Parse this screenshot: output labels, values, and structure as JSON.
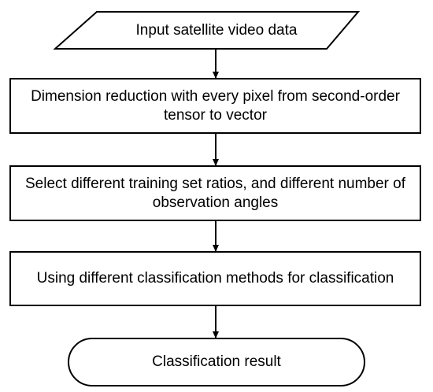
{
  "flowchart": {
    "nodes": [
      {
        "id": "input",
        "shape": "parallelogram",
        "label": "Input satellite video data"
      },
      {
        "id": "reduce",
        "shape": "rectangle",
        "label": "Dimension reduction with every pixel from second-order tensor to vector"
      },
      {
        "id": "select",
        "shape": "rectangle",
        "label": "Select different training set ratios, and different number of observation angles"
      },
      {
        "id": "classify",
        "shape": "rectangle",
        "label": "Using different classification methods for classification"
      },
      {
        "id": "result",
        "shape": "terminal",
        "label": "Classification result"
      }
    ],
    "edges": [
      {
        "from": "input",
        "to": "reduce"
      },
      {
        "from": "reduce",
        "to": "select"
      },
      {
        "from": "select",
        "to": "classify"
      },
      {
        "from": "classify",
        "to": "result"
      }
    ],
    "colors": {
      "stroke": "#000000",
      "fill": "#ffffff",
      "text": "#000000"
    }
  }
}
